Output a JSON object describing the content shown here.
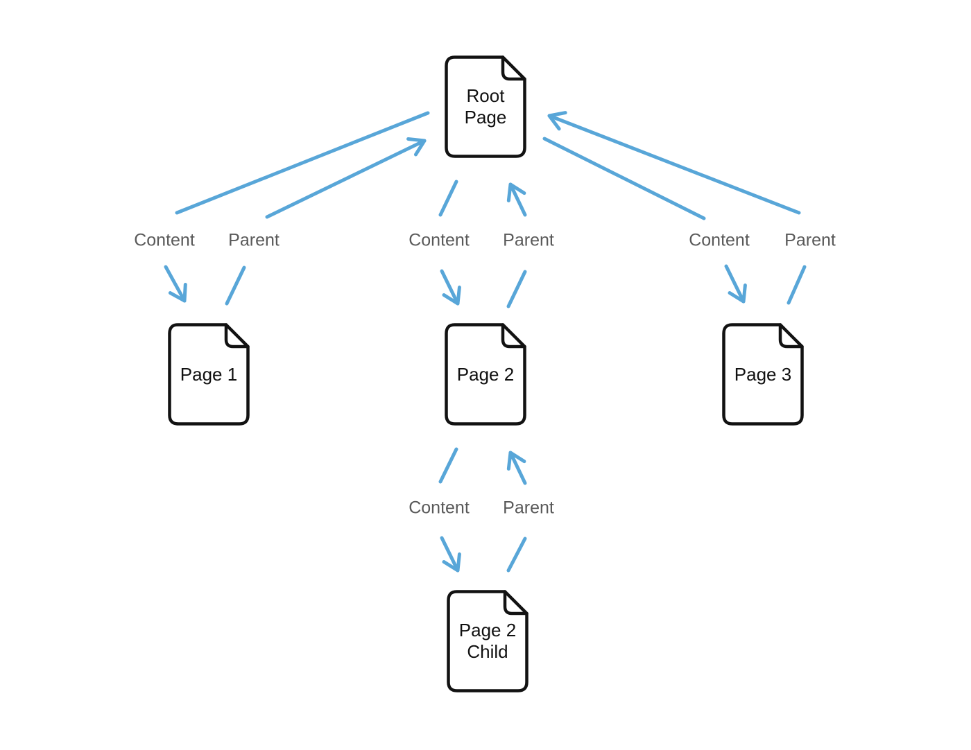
{
  "diagram": {
    "title": "",
    "colors": {
      "arrow": "#58A6D8",
      "node_border": "#121212",
      "node_text": "#111111",
      "edge_label_text": "#595959",
      "background": "#ffffff"
    },
    "nodes": [
      {
        "id": "root-page",
        "label": "Root Page"
      },
      {
        "id": "page-1",
        "label": "Page 1"
      },
      {
        "id": "page-2",
        "label": "Page 2"
      },
      {
        "id": "page-3",
        "label": "Page 3"
      },
      {
        "id": "page-2-child",
        "label": "Page 2 Child"
      }
    ],
    "edges": [
      {
        "from": "Root Page",
        "to": "Page 1",
        "labels": {
          "content": "Content",
          "parent": "Parent"
        }
      },
      {
        "from": "Root Page",
        "to": "Page 2",
        "labels": {
          "content": "Content",
          "parent": "Parent"
        }
      },
      {
        "from": "Root Page",
        "to": "Page 3",
        "labels": {
          "content": "Content",
          "parent": "Parent"
        }
      },
      {
        "from": "Page 2",
        "to": "Page 2 Child",
        "labels": {
          "content": "Content",
          "parent": "Parent"
        }
      }
    ]
  }
}
